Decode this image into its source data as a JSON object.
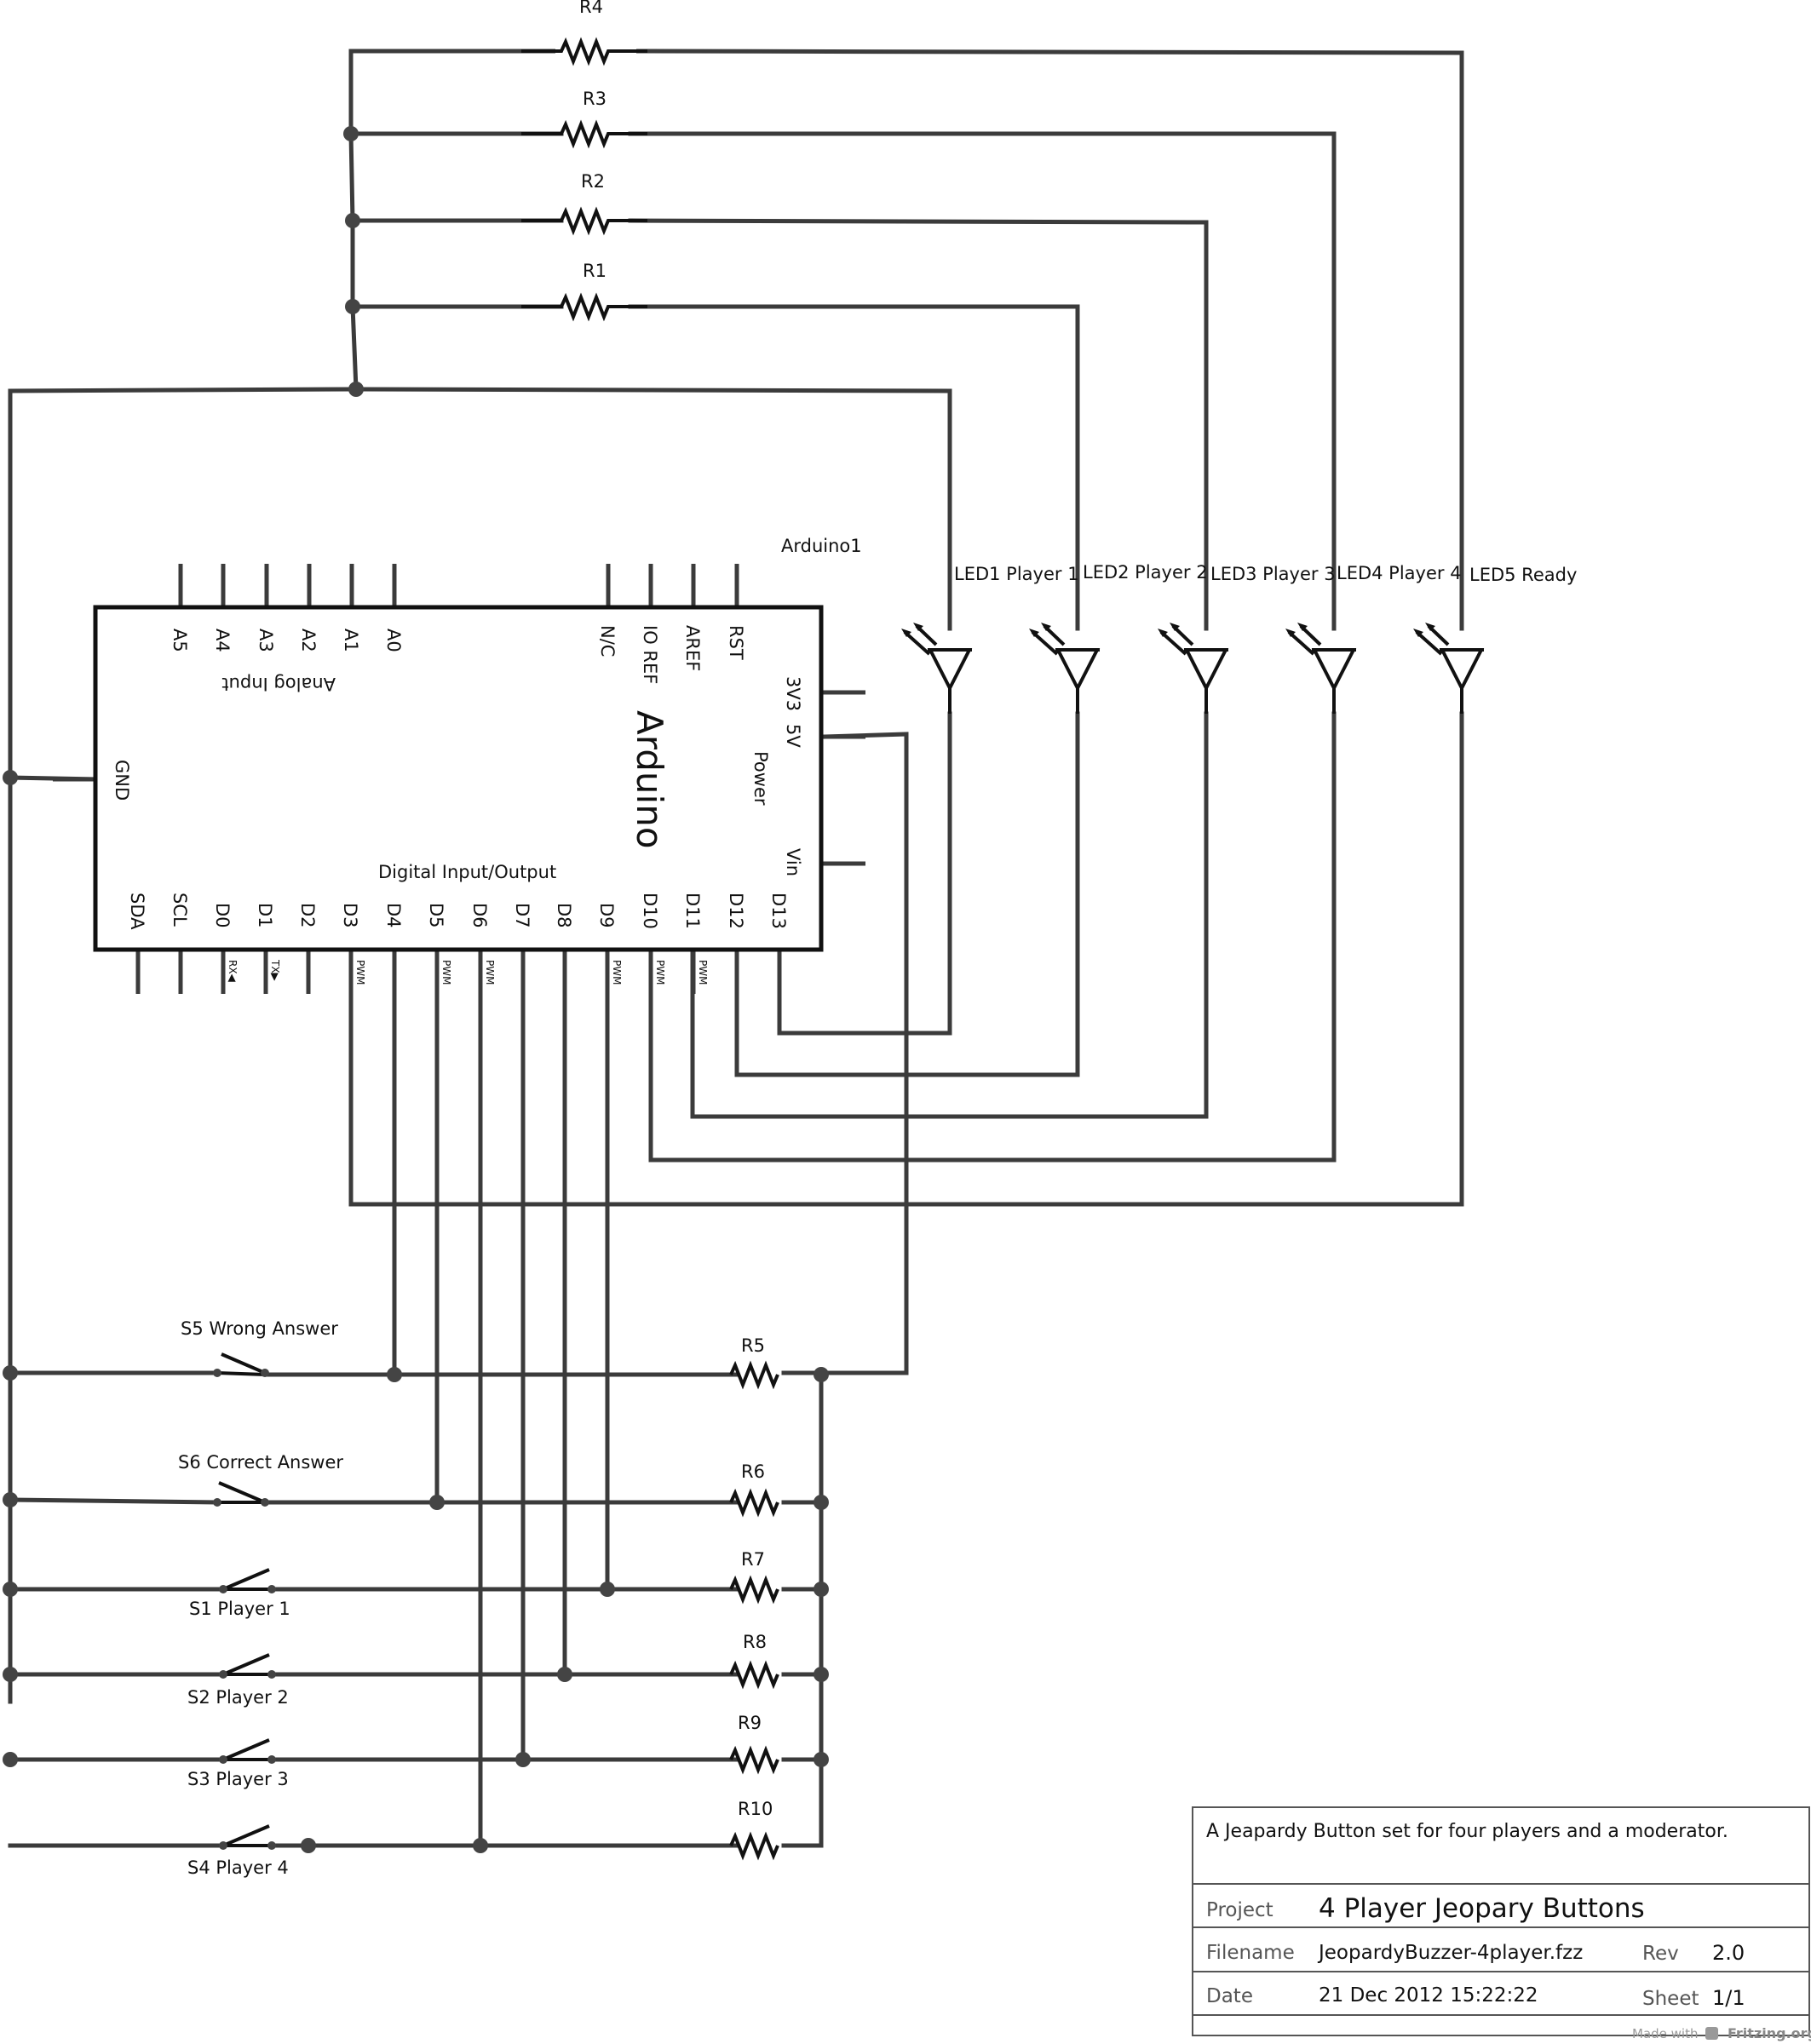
{
  "diagram": {
    "resistors": [
      {
        "id": "r4",
        "label": "R4"
      },
      {
        "id": "r3",
        "label": "R3"
      },
      {
        "id": "r2",
        "label": "R2"
      },
      {
        "id": "r1",
        "label": "R1"
      },
      {
        "id": "r5",
        "label": "R5"
      },
      {
        "id": "r6",
        "label": "R6"
      },
      {
        "id": "r7",
        "label": "R7"
      },
      {
        "id": "r8",
        "label": "R8"
      },
      {
        "id": "r9",
        "label": "R9"
      },
      {
        "id": "r10",
        "label": "R10"
      }
    ],
    "leds": [
      {
        "id": "led1",
        "label": "LED1 Player 1"
      },
      {
        "id": "led2",
        "label": "LED2 Player 2"
      },
      {
        "id": "led3",
        "label": "LED3 Player 3"
      },
      {
        "id": "led4",
        "label": "LED4 Player 4"
      },
      {
        "id": "led5",
        "label": "LED5 Ready"
      }
    ],
    "switches": [
      {
        "id": "s5",
        "label": "S5 Wrong Answer"
      },
      {
        "id": "s6",
        "label": "S6 Correct Answer"
      },
      {
        "id": "s1",
        "label": "S1 Player 1"
      },
      {
        "id": "s2",
        "label": "S2 Player 2"
      },
      {
        "id": "s3",
        "label": "S3 Player 3"
      },
      {
        "id": "s4",
        "label": "S4 Player 4"
      }
    ],
    "arduino": {
      "ref": "Arduino1",
      "name": "Arduino",
      "analog_section": "Analog Input",
      "digital_section": "Digital Input/Output",
      "power_section": "Power",
      "top_pins": [
        "A5",
        "A4",
        "A3",
        "A2",
        "A1",
        "A0",
        "N/C",
        "IO REF",
        "AREF",
        "RST"
      ],
      "right_pins": [
        "3V3",
        "5V",
        "Vin"
      ],
      "left_pins": [
        "GND"
      ],
      "bottom_pins": [
        "SDA",
        "SCL",
        "D0",
        "D1",
        "D2",
        "D3",
        "D4",
        "D5",
        "D6",
        "D7",
        "D8",
        "D9",
        "D10",
        "D11",
        "D12",
        "D13"
      ],
      "pin_marks": {
        "D0": "RX◀",
        "D1": "TX▶",
        "D3": "PWM",
        "D5": "PWM",
        "D6": "PWM",
        "D9": "PWM",
        "D10": "PWM",
        "D11": "PWM"
      }
    }
  },
  "title_block": {
    "description": "A Jeapardy Button set for four players and a moderator.",
    "project_label": "Project",
    "project": "4 Player Jeopary Buttons",
    "filename_label": "Filename",
    "filename": "JeopardyBuzzer-4player.fzz",
    "rev_label": "Rev",
    "rev": "2.0",
    "date_label": "Date",
    "date": "21 Dec 2012 15:22:22",
    "sheet_label": "Sheet",
    "sheet": "1/1"
  },
  "footer": {
    "made_with": "Made with",
    "brand": "Fritzing.org"
  }
}
